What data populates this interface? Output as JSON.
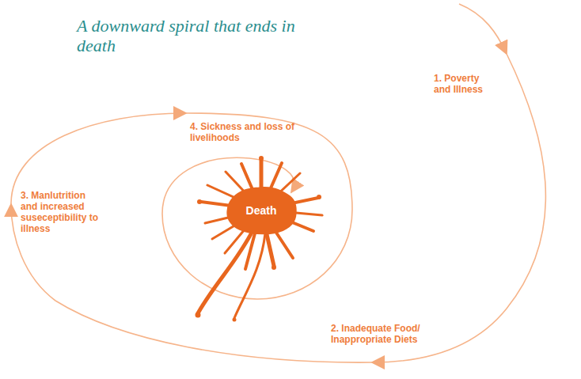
{
  "diagram": {
    "title": "A downward spiral that ends in death",
    "nodes": [
      {
        "text": [
          "Death"
        ]
      }
    ],
    "labels": [
      "1. Poverty and Illness",
      "2. Inadequate Food/ Inappropriate Diets",
      "3. Manlutrition and increased suseceptibility to illness",
      "4. Sickness and loss of livelihoods"
    ]
  }
}
